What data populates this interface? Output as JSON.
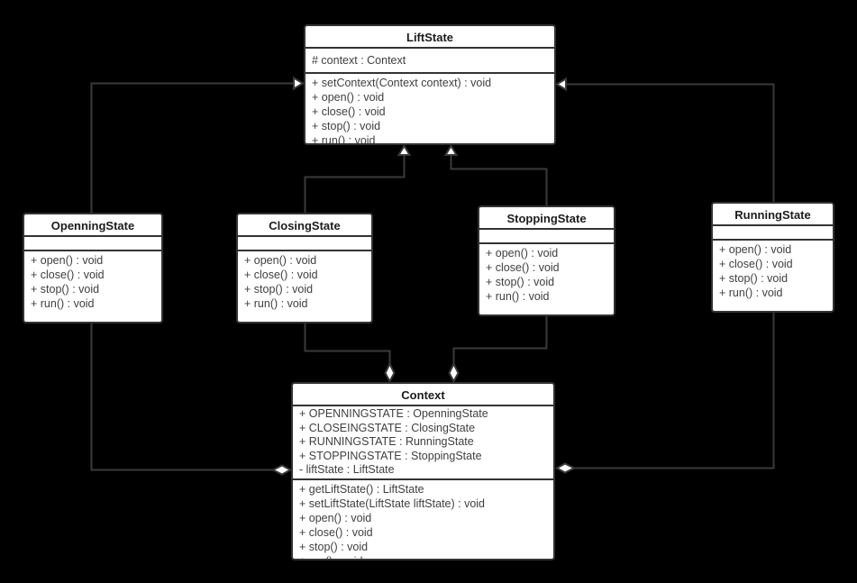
{
  "canvas": {
    "background": "#000000",
    "box_fill": "#ffffff",
    "box_border": "#333333",
    "line_color": "#3a3a3a",
    "title_color": "#1c1c1c",
    "member_color": "#3f3f3f"
  },
  "classes": [
    {
      "name": "LiftState",
      "attributes": [
        "# context : Context"
      ],
      "methods": [
        "+ setContext(Context context) : void",
        "+ open() : void",
        "+ close() : void",
        "+ stop() : void",
        "+ run() : void"
      ]
    },
    {
      "name": "OpenningState",
      "attributes": [],
      "methods": [
        "+ open() : void",
        "+ close() : void",
        "+ stop() : void",
        "+ run() : void"
      ]
    },
    {
      "name": "ClosingState",
      "attributes": [],
      "methods": [
        "+ open() : void",
        "+ close() : void",
        "+ stop() : void",
        "+ run() : void"
      ]
    },
    {
      "name": "StoppingState",
      "attributes": [],
      "methods": [
        "+ open() : void",
        "+ close() : void",
        "+ stop() : void",
        "+ run() : void"
      ]
    },
    {
      "name": "RunningState",
      "attributes": [],
      "methods": [
        "+ open() : void",
        "+ close() : void",
        "+ stop() : void",
        "+ run() : void"
      ]
    },
    {
      "name": "Context",
      "attributes": [
        "+ OPENNINGSTATE : OpenningState",
        "+ CLOSEINGSTATE : ClosingState",
        "+ RUNNINGSTATE : RunningState",
        "+ STOPPINGSTATE : StoppingState",
        "- liftState : LiftState"
      ],
      "methods": [
        "+ getLiftState() : LiftState",
        "+ setLiftState(LiftState liftState) : void",
        "+ open() : void",
        "+ close() : void",
        "+ stop() : void",
        "+ run() : void"
      ]
    }
  ],
  "relationships": [
    {
      "from": "OpenningState",
      "to": "LiftState",
      "type": "generalization"
    },
    {
      "from": "ClosingState",
      "to": "LiftState",
      "type": "generalization"
    },
    {
      "from": "StoppingState",
      "to": "LiftState",
      "type": "generalization"
    },
    {
      "from": "RunningState",
      "to": "LiftState",
      "type": "generalization"
    },
    {
      "from": "OpenningState",
      "to": "Context",
      "type": "aggregation"
    },
    {
      "from": "ClosingState",
      "to": "Context",
      "type": "aggregation"
    },
    {
      "from": "StoppingState",
      "to": "Context",
      "type": "aggregation"
    },
    {
      "from": "RunningState",
      "to": "Context",
      "type": "aggregation"
    }
  ]
}
